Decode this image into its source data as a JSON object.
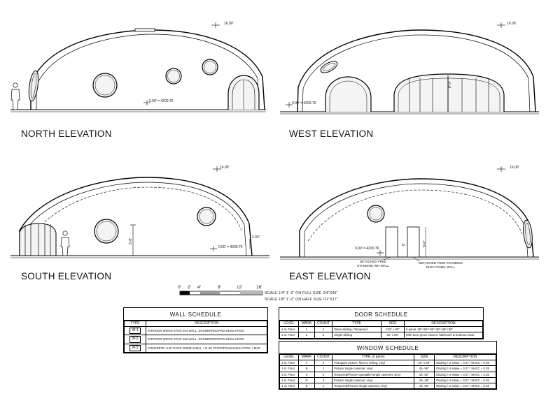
{
  "elevations": {
    "north": {
      "title": "NORTH ELEVATION",
      "top_tag": "16.00'",
      "level_tag": "0.00' = 4200.76"
    },
    "west": {
      "title": "WEST ELEVATION",
      "top_tag": "16.00'",
      "level_tag": "0.00' = 4200.76",
      "door_dim": "8'-0\""
    },
    "south": {
      "title": "SOUTH ELEVATION",
      "top_tag": "16.00'",
      "level_tag": "0.00' = 4200.76",
      "wall_dim": "6'-8\"",
      "small_dim": "2.03'"
    },
    "east": {
      "title": "EAST ELEVATION",
      "top_tag": "16.00'",
      "level_tag": "0.00' = 4200.76",
      "wall_dim_1": "8'",
      "wall_dim_2": "9'-0\"",
      "note_1_a": "DETACHED FREE",
      "note_1_b": "STANDING WH WALL",
      "note_2_a": "DETACHED FREE STANDING",
      "note_2_b": "ELEC PANEL WALL"
    }
  },
  "scale": {
    "labels": [
      "0'",
      "2'",
      "4'",
      "8'",
      "12'",
      "16'"
    ],
    "note_1": "SCALE 1/4\":1'-0\" ON FULL SIZE /24\"X36\"",
    "note_2": "SCALE 1/8\":1'-0\" ON HALF SIZE /11\"X17\""
  },
  "wall_schedule": {
    "title": "WALL SCHEDULE",
    "headers": [
      "TYPE",
      "DESCRIPTION"
    ],
    "rows": [
      {
        "type": "W-1",
        "desc": "INTERIOR WOOD STUD 2X4 WALL, SOUNDPROOFING INSULATION"
      },
      {
        "type": "W-2",
        "desc": "INTERIOR WOOD STUD 2X6 WALL, SOUNDPROOFING INSULATION"
      },
      {
        "type": "W-3",
        "desc": "CONCRETE: 6-IN THICK DOME SHELL + R-30 STYROFOAM INSULATION + BUR"
      }
    ]
  },
  "door_schedule": {
    "title": "DOOR SCHEDULE",
    "headers": [
      "LEVEL",
      "MARK",
      "COUNT",
      "TYPE",
      "SIZE",
      "DESCRIPTION"
    ],
    "rows": [
      {
        "level": "1 st. Floor",
        "mark": "1",
        "count": "1",
        "type": "Glass-Sliding / Tempered",
        "size": "216\" x 80\"",
        "desc": "6 panel, 36\"+36\"+36\"+36\"+36\"+36\""
      },
      {
        "level": "1 st. Floor",
        "mark": "2",
        "count": "5",
        "type": "Single-Sliding",
        "size": "32\" x 80\"",
        "desc": "With door grove sinvent, bathroom & bedroom door."
      }
    ]
  },
  "window_schedule": {
    "title": "WINDOW SCHEDULE",
    "headers": [
      "LEVEL",
      "MARK",
      "COUNT",
      "TYPE (2 pane)",
      "SIZE",
      "DESCRIPTION"
    ],
    "rows": [
      {
        "level": "1 st. Floor",
        "mark": "A",
        "count": "2",
        "type": "Triangular picture, floor to ceiling, vinyl",
        "size": "20\" x 90\"",
        "desc": "Glazing / U-Value = 0.27 / SHGC = 0.35"
      },
      {
        "level": "1 st. Floor",
        "mark": "B",
        "count": "1",
        "type": "Picture/ single casemet, vinyl",
        "size": "Ø= 96\"",
        "desc": "Glazing / U-Value = 0.27 / SHGC = 0.35"
      },
      {
        "level": "1 st. Floor",
        "mark": "C",
        "count": "2",
        "type": "Tempered/Picture-Operable/ single casemet, vinyl",
        "size": "Ø= 60\"",
        "desc": "Glazing / U-Value = 0.27 / SHGC = 0.35"
      },
      {
        "level": "1 st. Floor",
        "mark": "D",
        "count": "4",
        "type": "Picture/ single casemet, vinyl",
        "size": "Ø= 48\"",
        "desc": "Glazing / U-Value = 0.27 / SHGC = 0.35"
      },
      {
        "level": "1 st. Floor",
        "mark": "E",
        "count": "1",
        "type": "Tempered/Picture/ single casemet, vinyl",
        "size": "Ø= 60\"",
        "desc": "Glazing / U-Value = 0.27 / SHGC = 0.35"
      }
    ]
  }
}
